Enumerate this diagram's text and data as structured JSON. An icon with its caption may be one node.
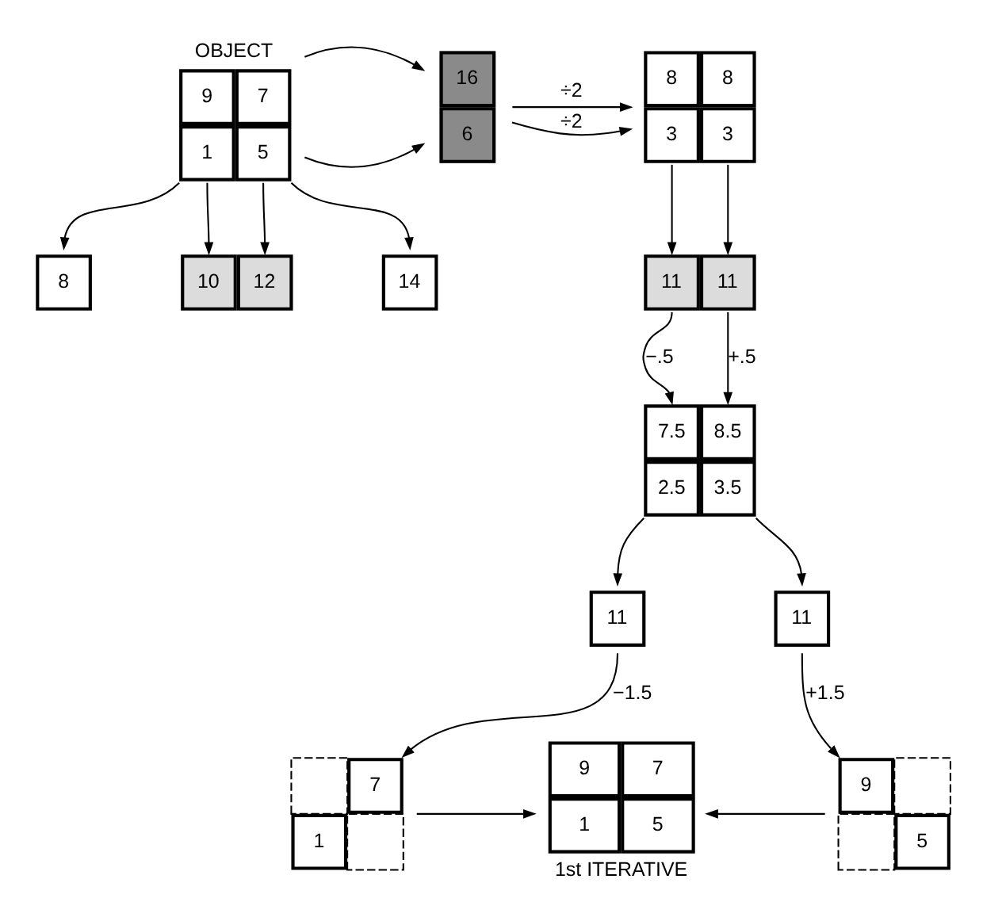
{
  "diagram": {
    "nodes": [
      {
        "text": [
          "OBJECT",
          "9",
          "7",
          "1",
          "5"
        ]
      },
      {
        "text": [
          "16",
          "6"
        ]
      },
      {
        "text": [
          "8",
          "8",
          "3",
          "3"
        ]
      },
      {
        "text": [
          "8"
        ]
      },
      {
        "text": [
          "10",
          "12"
        ]
      },
      {
        "text": [
          "14"
        ]
      },
      {
        "text": [
          "11",
          "11"
        ]
      },
      {
        "text": [
          "7.5",
          "8.5",
          "2.5",
          "3.5"
        ]
      },
      {
        "text": [
          "11"
        ]
      },
      {
        "text": [
          "11"
        ]
      },
      {
        "text": [
          "7",
          "1"
        ]
      },
      {
        "text": [
          "9",
          "7",
          "1",
          "5",
          "1st ITERATIVE"
        ]
      },
      {
        "text": [
          "9",
          "5"
        ]
      }
    ],
    "edges": [
      {
        "from": 0,
        "to": 1,
        "arrow": "to"
      },
      {
        "from": 0,
        "to": 1,
        "arrow": "to"
      },
      {
        "from": 1,
        "to": 2,
        "label": "÷2",
        "arrow": "to"
      },
      {
        "from": 1,
        "to": 2,
        "label": "÷2",
        "arrow": "to"
      },
      {
        "from": 0,
        "to": 3,
        "arrow": "to"
      },
      {
        "from": 0,
        "to": 4,
        "arrow": "to"
      },
      {
        "from": 0,
        "to": 4,
        "arrow": "to"
      },
      {
        "from": 0,
        "to": 5,
        "arrow": "to"
      },
      {
        "from": 2,
        "to": 6,
        "arrow": "to"
      },
      {
        "from": 2,
        "to": 6,
        "arrow": "to"
      },
      {
        "from": 6,
        "to": 7,
        "label": "−.5",
        "arrow": "to"
      },
      {
        "from": 6,
        "to": 7,
        "label": "+.5",
        "arrow": "to"
      },
      {
        "from": 7,
        "to": 8,
        "arrow": "to"
      },
      {
        "from": 7,
        "to": 9,
        "arrow": "to"
      },
      {
        "from": 8,
        "to": 10,
        "label": "−1.5",
        "arrow": "to"
      },
      {
        "from": 9,
        "to": 12,
        "label": "+1.5",
        "arrow": "to"
      },
      {
        "from": 10,
        "to": 11,
        "arrow": "to"
      },
      {
        "from": 12,
        "to": 11,
        "arrow": "to"
      }
    ]
  }
}
